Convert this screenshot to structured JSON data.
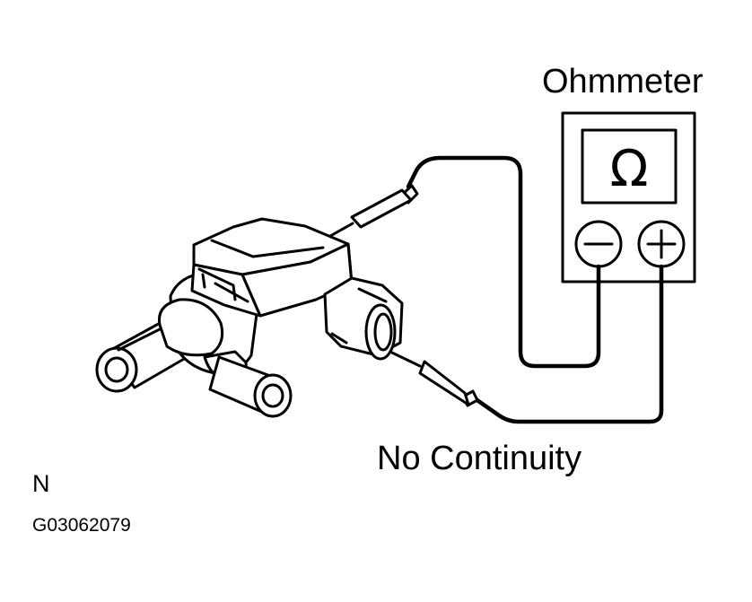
{
  "labels": {
    "meter_name": "Ohmmeter",
    "ohm_symbol": "Ω",
    "result": "No Continuity",
    "view_marker": "N",
    "figure_code": "G03062079"
  }
}
